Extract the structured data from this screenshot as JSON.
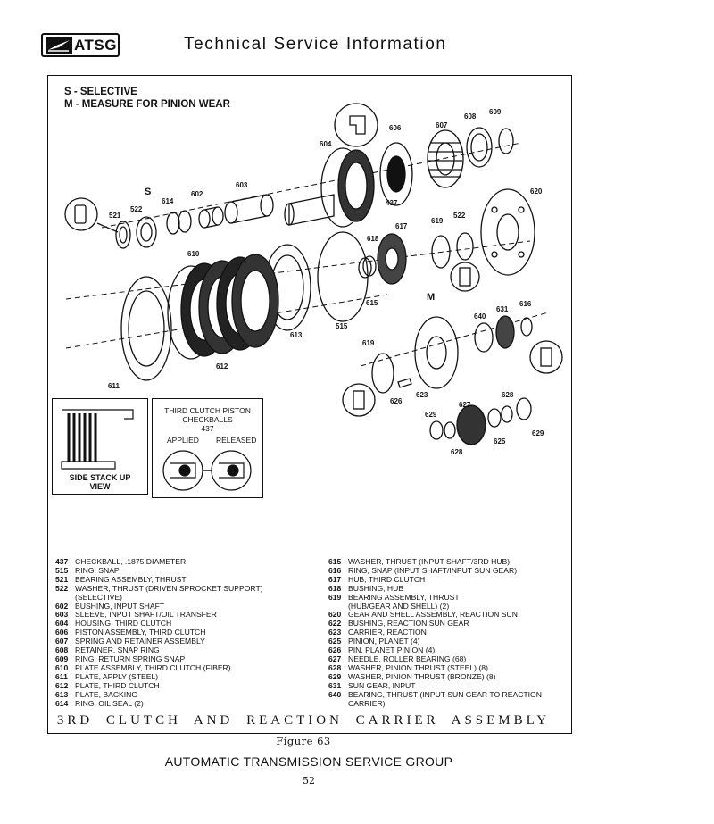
{
  "header": {
    "logo_text": "ATSG",
    "title": "Technical Service Information"
  },
  "legend_key": {
    "s": "S - SELECTIVE",
    "m": "M - MEASURE FOR PINION WEAR"
  },
  "callouts": {
    "c437": "437",
    "c515": "515",
    "c521": "521",
    "c522a": "522",
    "c522b": "522",
    "c602": "602",
    "c603": "603",
    "c604": "604",
    "c606": "606",
    "c607": "607",
    "c608": "608",
    "c609": "609",
    "c610": "610",
    "c611": "611",
    "c612": "612",
    "c613": "613",
    "c614": "614",
    "c615": "615",
    "c616": "616",
    "c617": "617",
    "c618": "618",
    "c619a": "619",
    "c619b": "619",
    "c620": "620",
    "c623": "623",
    "c625": "625",
    "c626": "626",
    "c627": "627",
    "c628a": "628",
    "c628b": "628",
    "c629a": "629",
    "c629b": "629",
    "c631": "631",
    "c640": "640",
    "s_mark": "S",
    "m_mark": "M"
  },
  "inset_side": {
    "label": "SIDE STACK UP\nVIEW"
  },
  "inset_check": {
    "title": "THIRD CLUTCH PISTON\nCHECKBALLS\n437",
    "applied": "APPLIED",
    "released": "RELEASED"
  },
  "parts_left": [
    {
      "num": "437",
      "desc": "CHECKBALL, .1875 DIAMETER"
    },
    {
      "num": "515",
      "desc": "RING, SNAP"
    },
    {
      "num": "521",
      "desc": "BEARING ASSEMBLY, THRUST"
    },
    {
      "num": "522",
      "desc": "WASHER, THRUST (DRIVEN SPROCKET SUPPORT)\n(SELECTIVE)"
    },
    {
      "num": "602",
      "desc": "BUSHING, INPUT SHAFT"
    },
    {
      "num": "603",
      "desc": "SLEEVE, INPUT SHAFT/OIL TRANSFER"
    },
    {
      "num": "604",
      "desc": "HOUSING, THIRD CLUTCH"
    },
    {
      "num": "606",
      "desc": "PISTON ASSEMBLY, THIRD CLUTCH"
    },
    {
      "num": "607",
      "desc": "SPRING AND RETAINER ASSEMBLY"
    },
    {
      "num": "608",
      "desc": "RETAINER, SNAP RING"
    },
    {
      "num": "609",
      "desc": "RING, RETURN SPRING SNAP"
    },
    {
      "num": "610",
      "desc": "PLATE ASSEMBLY, THIRD CLUTCH (FIBER)"
    },
    {
      "num": "611",
      "desc": "PLATE, APPLY (STEEL)"
    },
    {
      "num": "612",
      "desc": "PLATE, THIRD CLUTCH"
    },
    {
      "num": "613",
      "desc": "PLATE, BACKING"
    },
    {
      "num": "614",
      "desc": "RING, OIL SEAL (2)"
    }
  ],
  "parts_right": [
    {
      "num": "615",
      "desc": "WASHER, THRUST (INPUT SHAFT/3RD HUB)"
    },
    {
      "num": "616",
      "desc": "RING, SNAP (INPUT SHAFT/INPUT SUN GEAR)"
    },
    {
      "num": "617",
      "desc": "HUB, THIRD CLUTCH"
    },
    {
      "num": "618",
      "desc": "BUSHING, HUB"
    },
    {
      "num": "619",
      "desc": "BEARING ASSEMBLY, THRUST\n(HUB/GEAR AND SHELL) (2)"
    },
    {
      "num": "620",
      "desc": "GEAR AND SHELL ASSEMBLY, REACTION SUN"
    },
    {
      "num": "622",
      "desc": "BUSHING, REACTION SUN GEAR"
    },
    {
      "num": "623",
      "desc": "CARRIER, REACTION"
    },
    {
      "num": "625",
      "desc": "PINION, PLANET (4)"
    },
    {
      "num": "626",
      "desc": "PIN, PLANET PINION (4)"
    },
    {
      "num": "627",
      "desc": "NEEDLE, ROLLER BEARING (68)"
    },
    {
      "num": "628",
      "desc": "WASHER, PINION THRUST (STEEL) (8)"
    },
    {
      "num": "629",
      "desc": "WASHER, PINION THRUST (BRONZE) (8)"
    },
    {
      "num": "631",
      "desc": "SUN GEAR, INPUT"
    },
    {
      "num": "640",
      "desc": "BEARING, THRUST (INPUT SUN GEAR TO REACTION\nCARRIER)"
    }
  ],
  "caption": "3RD CLUTCH AND REACTION CARRIER ASSEMBLY",
  "figure_label": "Figure 63",
  "footer": {
    "title": "AUTOMATIC TRANSMISSION SERVICE GROUP",
    "page_number": "52"
  }
}
